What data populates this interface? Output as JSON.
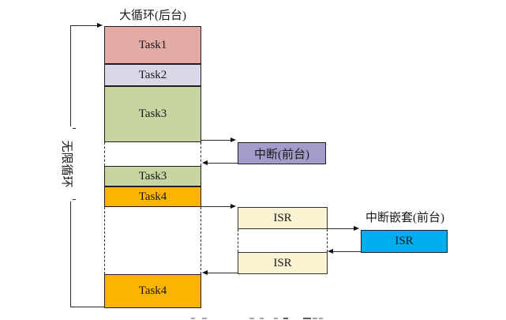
{
  "diagram": {
    "title": "大循环(后台)",
    "loop_label": "无限循环",
    "background_tasks": {
      "task1": "Task1",
      "task2": "Task2",
      "task3": "Task3",
      "task3_resume": "Task3",
      "task4": "Task4",
      "task4_resume": "Task4"
    },
    "foreground": {
      "interrupt_label": "中断(前台)",
      "isr_top": "ISR",
      "isr_bottom": "ISR",
      "nested_title": "中断嵌套(前台)",
      "nested_isr": "ISR"
    },
    "colors": {
      "task1": "#e2aba6",
      "task2": "#dcd7e8",
      "task3": "#c6d5a2",
      "task4": "#fcb403",
      "interrupt": "#a49bca",
      "isr": "#fbf2d2",
      "nested_isr": "#00aeef",
      "border": "#1f1f1f"
    }
  }
}
